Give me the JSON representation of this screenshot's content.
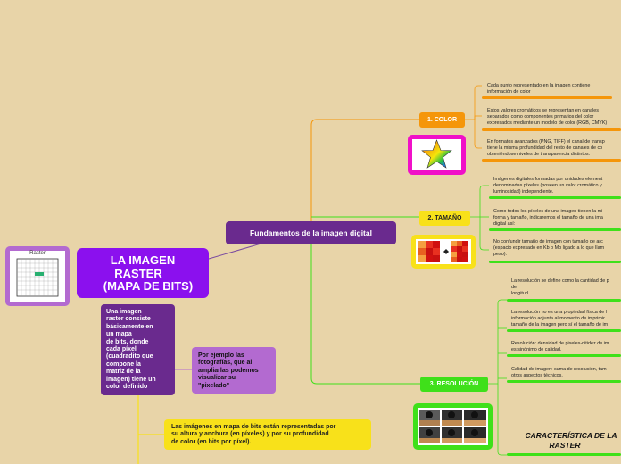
{
  "central": {
    "line1": "LA IMAGEN",
    "line2": "RASTER",
    "line3": "(MAPA DE BITS)"
  },
  "raster_thumb": {
    "label": "Raster"
  },
  "fundamentos": {
    "label": "Fundamentos de la imagen digital"
  },
  "definition": {
    "lines": [
      "Una imagen",
      "raster consiste",
      "básicamente en",
      "un mapa",
      "de bits, donde",
      "cada píxel",
      "(cuadradito que",
      "compone la",
      "matriz de la",
      "imagen) tiene un",
      "color definido"
    ]
  },
  "example": {
    "lines": [
      "Por ejemplo las",
      "fotografías, que al",
      "ampliarlas podemos",
      "visualizar su",
      "\"pixelado\""
    ]
  },
  "yellow_note": {
    "lines": [
      "Las imágenes en mapa de bits están representadas por",
      "su altura y anchura (en píxeles) y por su profundidad",
      "de color (en bits por píxel)."
    ]
  },
  "color": {
    "label": "1. COLOR",
    "notes": [
      [
        "Cada punto representado en la imagen contiene",
        "información de color"
      ],
      [
        "Estos valores cromáticos se representan en canales",
        "separados como componentes primarios del color",
        "expresados mediante un modelo de color (RGB, CMYK)"
      ],
      [
        "En formatos avanzados (PNG, TIFF) el canal de transp",
        "tiene la misma profundidad del resto de canales de co",
        "obteniéndose niveles de transparencia distintos."
      ]
    ]
  },
  "tamano": {
    "label": "2. TAMAÑO",
    "notes": [
      [
        "Imágenes digitales formadas por unidades element",
        "denominadas píxeles (poseen un valor cromático y",
        "luminosidad) independiente."
      ],
      [
        "Como todos los píxeles de una imagen tienen la mi",
        "forma y tamaño, indicaremos el tamaño de una ima",
        "digital así:"
      ],
      [
        "No confundir tamaño de imagen con tamaño de arc",
        "(espacio expresado en Kb o Mb ligado a lo que llam",
        "peso)."
      ]
    ]
  },
  "resolucion": {
    "label": "3. RESOLUCIÓN",
    "notes": [
      [
        "La resolución se define como la cantidad de p",
        "de",
        "longitud."
      ],
      [
        "La resolución no es una propiedad física de l",
        "información adjunta al momento de imprimir",
        "tamaño de la imagen pero sí el tamaño de im"
      ],
      [
        "Resolución: densidad de pixeles-nitidez de im",
        "es sinónimo de calidad."
      ],
      [
        "Calidad de imagen: suma de resolución, tam",
        "otros aspectos técnicos."
      ]
    ]
  },
  "caracteristica": {
    "line1": "CARACTERÍSTICA DE LA",
    "line2": "RASTER"
  },
  "colors": {
    "background": "#e8d4a8",
    "purple_dark": "#6a2a8e",
    "purple_bright": "#8b10ee",
    "purple_light": "#b36ad0",
    "orange": "#f5960a",
    "green": "#3fe01a",
    "yellow": "#f8e11a",
    "magenta": "#f010c8"
  }
}
